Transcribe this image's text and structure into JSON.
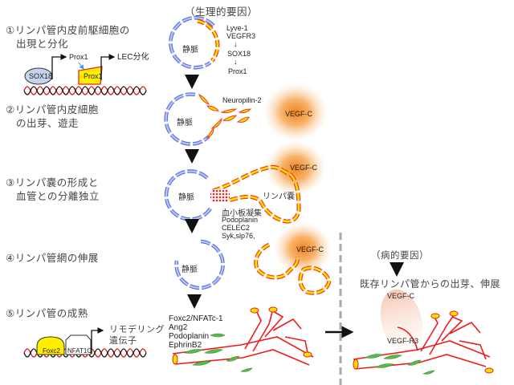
{
  "header": {
    "physiological": "（生理的要因）",
    "pathological": "（病的要因）",
    "pathological_desc": "既存リンパ管からの出芽、伸展"
  },
  "steps": [
    {
      "line1": "①リンパ管内皮前駆細胞の",
      "line2": "出現と分化"
    },
    {
      "line1": "②リンパ管内皮細胞",
      "line2": "の出芽、遊走"
    },
    {
      "line1": "③リンパ嚢の形成と",
      "line2": "血管との分離独立"
    },
    {
      "line1": "④リンパ管網の伸展",
      "line2": ""
    },
    {
      "line1": "⑤リンパ管の成熟",
      "line2": ""
    }
  ],
  "gene_diagram_1": {
    "sox18": "SOX18",
    "prox1_arrow": "Prox1",
    "prox1_box": "Prox1",
    "lec": "LEC分化"
  },
  "gene_diagram_2": {
    "foxc2": "Foxc2",
    "nfat": "NFAT1C",
    "target_line1": "リモデリング",
    "target_line2": "遺伝子"
  },
  "vein_label": "静脈",
  "signaling_cascade": [
    "Lyve-1",
    "VEGFR3",
    "SOX18",
    "Prox1"
  ],
  "neuropilin": "Neuropilin-2",
  "vegfc": "VEGF-C",
  "lymph_sac": "リンパ嚢",
  "platelet": {
    "title": "血小板凝集",
    "items": [
      "Podoplanin",
      "CELEC2",
      "Syk,slp76,"
    ]
  },
  "maturation_factors": [
    "Foxc2/NFATc-1",
    "Ang2",
    "Podoplanin",
    "EphrinB2"
  ],
  "pathological_labels": {
    "vegfc": "VEGF-C",
    "vegfr3": "VEGF-R3"
  },
  "colors": {
    "vein_stroke": "#5a6fe0",
    "vein_fill": "#b8c6f2",
    "lec_fill": "#ffe000",
    "lec_stroke": "#f03a1a",
    "vegfc_glow": "#f28a1c",
    "vessel_red": "#ee1c1c",
    "smc_green": "#5cb84a",
    "dna_red": "#d11",
    "dna_black": "#111"
  }
}
